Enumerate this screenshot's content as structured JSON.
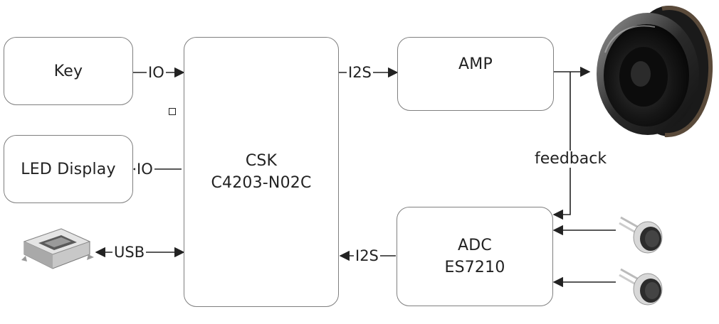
{
  "blocks": {
    "key": "Key",
    "led": "LED Display",
    "csk_line1": "CSK",
    "csk_line2": "C4203-N02C",
    "amp": "AMP",
    "adc_line1": "ADC",
    "adc_line2": "ES7210"
  },
  "links": {
    "key_io": "IO",
    "led_io": "IO",
    "usb": "USB",
    "csk_amp": "I2S",
    "adc_csk": "I2S",
    "feedback": "feedback"
  },
  "icons": {
    "usb_connector": "micro-usb-connector-icon",
    "speaker": "speaker-icon",
    "microphones": [
      "microphone-icon",
      "microphone-icon"
    ]
  }
}
